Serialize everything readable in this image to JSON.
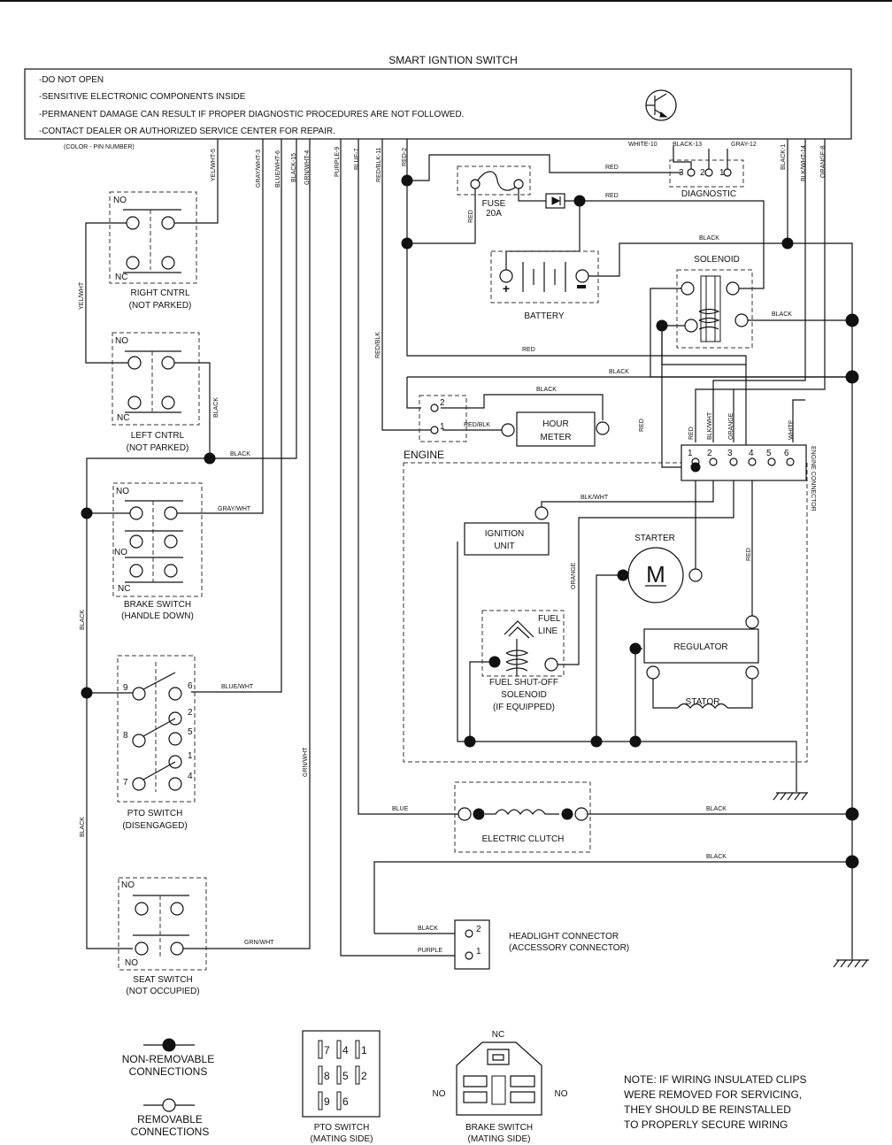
{
  "title": "SMART IGNTION SWITCH",
  "warnings": [
    "-DO NOT OPEN",
    "-SENSITIVE ELECTRONIC COMPONENTS INSIDE",
    "-PERMANENT DAMAGE CAN RESULT IF PROPER DIAGNOSTIC PROCEDURES ARE NOT FOLLOWED.",
    "-CONTACT DEALER OR AUTHORIZED SERVICE CENTER FOR REPAIR."
  ],
  "color_pin_label": "(COLOR - PIN NUMBER)",
  "pins": {
    "yelwht5": "YEL/WHT-5",
    "graywht3": "GRAY/WHT-3",
    "bluewht6": "BLUE/WHT-6",
    "black15": "BLACK-15",
    "grnwht4": "GRN/WHT-4",
    "purple9": "PURPLE-9",
    "blue7": "BLUE-7",
    "redblk11": "RED/BLK-11",
    "red2": "RED-2",
    "white10": "WHITE-10",
    "black13": "BLACK-13",
    "gray12": "GRAY-12",
    "black1": "BLACK-1",
    "blkwht14": "BLK/WHT-14",
    "orange8": "ORANGE-8"
  },
  "wires": {
    "red": "RED",
    "black": "BLACK",
    "redblk": "RED/BLK",
    "yelwht": "YEL/WHT",
    "graywht": "GRAY/WHT",
    "bluewht": "BLUE/WHT",
    "grnwht": "GRN/WHT",
    "blkwht": "BLK/WHT",
    "orange": "ORANGE",
    "white": "WHITE",
    "blue": "BLUE",
    "purple": "PURPLE"
  },
  "contacts": {
    "no": "NO",
    "nc": "NC"
  },
  "components": {
    "right_cntrl": [
      "RIGHT CNTRL",
      "(NOT PARKED)"
    ],
    "left_cntrl": [
      "LEFT CNTRL",
      "(NOT PARKED)"
    ],
    "brake_switch": [
      "BRAKE SWITCH",
      "(HANDLE DOWN)"
    ],
    "pto_switch": [
      "PTO SWITCH",
      "(DISENGAGED)"
    ],
    "seat_switch": [
      "SEAT SWITCH",
      "(NOT OCCUPIED)"
    ],
    "fuse": [
      "FUSE",
      "20A"
    ],
    "battery": "BATTERY",
    "diagnostic": "DIAGNOSTIC",
    "solenoid": "SOLENOID",
    "hour_meter": [
      "HOUR",
      "METER"
    ],
    "engine": "ENGINE",
    "engine_connector": "ENGINE CONNECTOR",
    "ignition_unit": [
      "IGNITION",
      "UNIT"
    ],
    "starter": "STARTER",
    "motor_symbol": "M",
    "fuel_line": [
      "FUEL",
      "LINE"
    ],
    "fuel_solenoid": [
      "FUEL SHUT-OFF",
      "SOLENOID",
      "(IF EQUIPPED)"
    ],
    "regulator": "REGULATOR",
    "stator": "STATOR",
    "electric_clutch": "ELECTRIC CLUTCH",
    "headlight": [
      "HEADLIGHT CONNECTOR",
      "(ACCESSORY CONNECTOR)"
    ]
  },
  "pin_numbers": {
    "diag": [
      "3",
      "2",
      "1"
    ],
    "hour": [
      "2",
      "1"
    ],
    "engine": [
      "1",
      "2",
      "3",
      "4",
      "5",
      "6"
    ],
    "pto": [
      "9",
      "6",
      "2",
      "5",
      "8",
      "1",
      "7",
      "4"
    ],
    "headlight": [
      "2",
      "1"
    ]
  },
  "legend": {
    "non_removable": [
      "NON-REMOVABLE",
      "CONNECTIONS"
    ],
    "removable": [
      "REMOVABLE",
      "CONNECTIONS"
    ],
    "pto_mating": [
      "PTO SWITCH",
      "(MATING SIDE)"
    ],
    "pto_pins": [
      [
        "7",
        "4",
        "1"
      ],
      [
        "8",
        "5",
        "2"
      ],
      [
        "9",
        "6"
      ]
    ],
    "brake_mating": [
      "BRAKE SWITCH",
      "(MATING SIDE)"
    ],
    "brake_nc": "NC",
    "brake_no": "NO",
    "note": [
      "NOTE: IF WIRING INSULATED CLIPS",
      "WERE REMOVED FOR SERVICING,",
      "THEY SHOULD BE REINSTALLED",
      "TO PROPERLY SECURE WIRING"
    ]
  }
}
